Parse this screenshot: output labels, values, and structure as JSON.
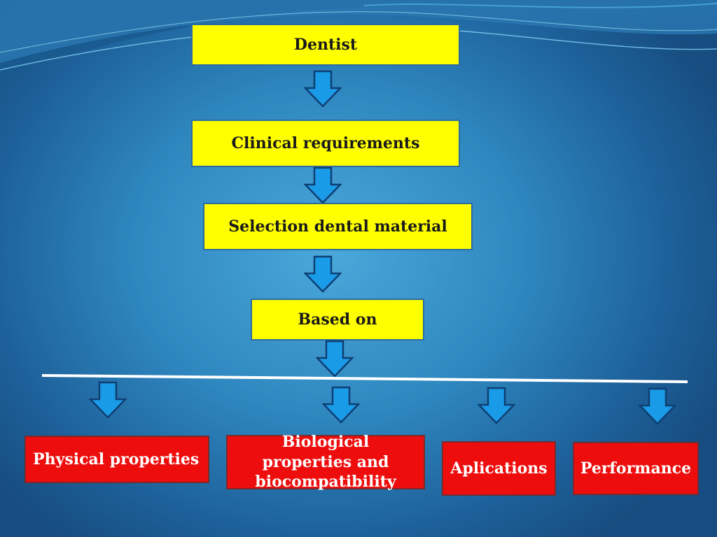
{
  "flow": {
    "step1": "Dentist",
    "step2": "Clinical requirements",
    "step3": "Selection dental material",
    "step4": "Based on"
  },
  "criteria": [
    "Physical properties",
    "Biological properties and biocompatibility",
    "Aplications",
    "Performance"
  ],
  "colors": {
    "background": "#2f87c0",
    "flow_box": "#ffff00",
    "criteria_box": "#ee0d0d",
    "arrow_fill": "#1a9be8",
    "arrow_stroke": "#0f3f73",
    "divider": "#ffffff"
  }
}
